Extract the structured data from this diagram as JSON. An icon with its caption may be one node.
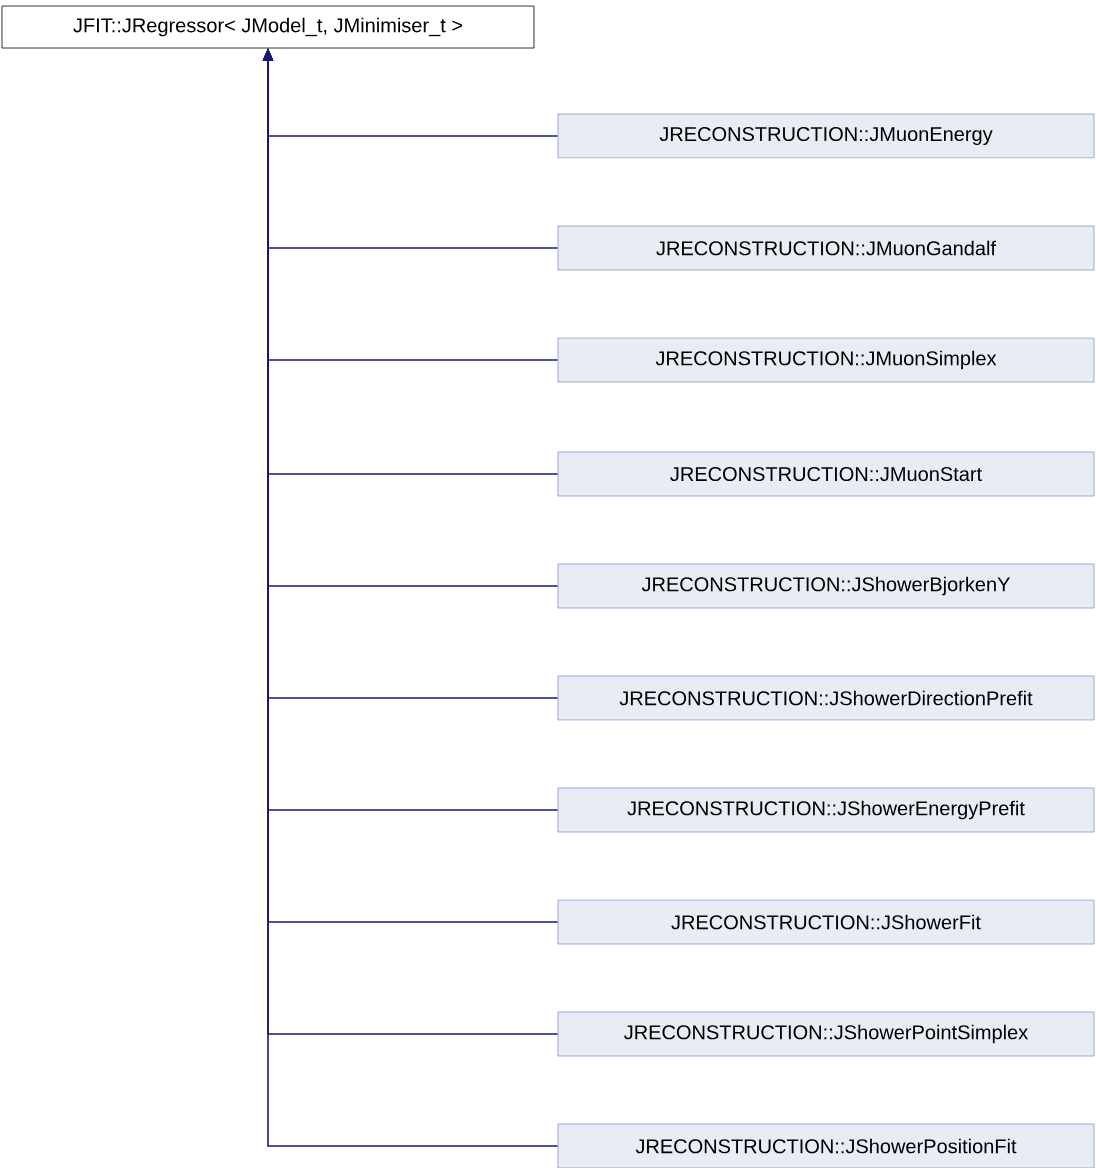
{
  "diagram": {
    "nodes": [
      {
        "text": [
          "JFIT::JRegressor< JModel_t, JMinimiser_t >"
        ]
      },
      {
        "text": [
          "JRECONSTRUCTION::JMuonEnergy"
        ]
      },
      {
        "text": [
          "JRECONSTRUCTION::JMuonGandalf"
        ]
      },
      {
        "text": [
          "JRECONSTRUCTION::JMuonSimplex"
        ]
      },
      {
        "text": [
          "JRECONSTRUCTION::JMuonStart"
        ]
      },
      {
        "text": [
          "JRECONSTRUCTION::JShowerBjorkenY"
        ]
      },
      {
        "text": [
          "JRECONSTRUCTION::JShowerDirectionPrefit"
        ]
      },
      {
        "text": [
          "JRECONSTRUCTION::JShowerEnergyPrefit"
        ]
      },
      {
        "text": [
          "JRECONSTRUCTION::JShowerFit"
        ]
      },
      {
        "text": [
          "JRECONSTRUCTION::JShowerPointSimplex"
        ]
      },
      {
        "text": [
          "JRECONSTRUCTION::JShowerPositionFit"
        ]
      }
    ],
    "edges": [
      {
        "from": 1,
        "to": 0,
        "arrow": "to"
      },
      {
        "from": 2,
        "to": 0,
        "arrow": "to"
      },
      {
        "from": 3,
        "to": 0,
        "arrow": "to"
      },
      {
        "from": 4,
        "to": 0,
        "arrow": "to"
      },
      {
        "from": 5,
        "to": 0,
        "arrow": "to"
      },
      {
        "from": 6,
        "to": 0,
        "arrow": "to"
      },
      {
        "from": 7,
        "to": 0,
        "arrow": "to"
      },
      {
        "from": 8,
        "to": 0,
        "arrow": "to"
      },
      {
        "from": 9,
        "to": 0,
        "arrow": "to"
      },
      {
        "from": 10,
        "to": 0,
        "arrow": "to"
      }
    ]
  }
}
